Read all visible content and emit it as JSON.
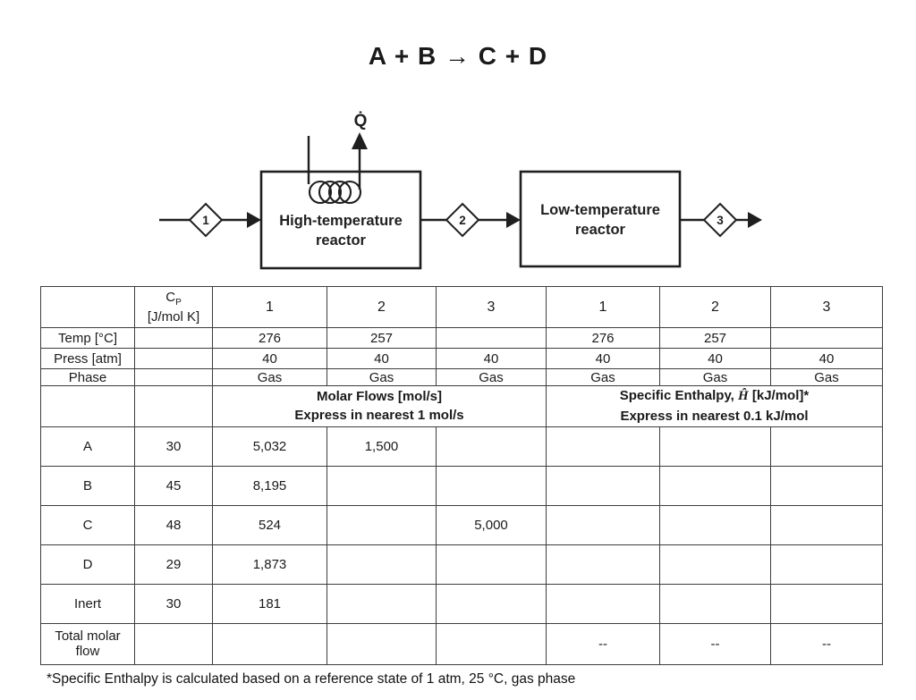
{
  "title": "A + B  → C + D",
  "diagram": {
    "heat_label": "Q̇",
    "streams": [
      "1",
      "2",
      "3"
    ],
    "reactor1": {
      "line1": "High-temperature",
      "line2": "reactor"
    },
    "reactor2": {
      "line1": "Low-temperature",
      "line2": "reactor"
    }
  },
  "table": {
    "cp_header": {
      "symbol": "C",
      "sub": "P",
      "units": "[J/mol K]"
    },
    "stream_cols": [
      "1",
      "2",
      "3"
    ],
    "flows_header": {
      "line1": "Molar Flows [mol/s]",
      "line2": "Express in nearest 1 mol/s"
    },
    "enthalpy_header": {
      "prefix": "Specific Enthalpy, ",
      "symbol": "Ĥ",
      "suffix": " [kJ/mol]*",
      "line2": "Express in nearest 0.1 kJ/mol"
    },
    "property_rows": [
      {
        "label": "Temp [°C]",
        "cp": "",
        "flows": [
          "276",
          "257",
          ""
        ],
        "enthalpy": [
          "276",
          "257",
          ""
        ]
      },
      {
        "label": "Press [atm]",
        "cp": "",
        "flows": [
          "40",
          "40",
          "40"
        ],
        "enthalpy": [
          "40",
          "40",
          "40"
        ]
      },
      {
        "label": "Phase",
        "cp": "",
        "flows": [
          "Gas",
          "Gas",
          "Gas"
        ],
        "enthalpy": [
          "Gas",
          "Gas",
          "Gas"
        ]
      }
    ],
    "species_rows": [
      {
        "label": "A",
        "cp": "30",
        "flows": [
          "5,032",
          "1,500",
          ""
        ],
        "enthalpy": [
          "",
          "",
          ""
        ]
      },
      {
        "label": "B",
        "cp": "45",
        "flows": [
          "8,195",
          "",
          ""
        ],
        "enthalpy": [
          "",
          "",
          ""
        ]
      },
      {
        "label": "C",
        "cp": "48",
        "flows": [
          "524",
          "",
          "5,000"
        ],
        "enthalpy": [
          "",
          "",
          ""
        ]
      },
      {
        "label": "D",
        "cp": "29",
        "flows": [
          "1,873",
          "",
          ""
        ],
        "enthalpy": [
          "",
          "",
          ""
        ]
      },
      {
        "label": "Inert",
        "cp": "30",
        "flows": [
          "181",
          "",
          ""
        ],
        "enthalpy": [
          "",
          "",
          ""
        ]
      },
      {
        "label": "Total molar flow",
        "cp": "",
        "flows": [
          "",
          "",
          ""
        ],
        "enthalpy": [
          "--",
          "--",
          "--"
        ]
      }
    ]
  },
  "footnote": "*Specific Enthalpy is calculated based on a reference state of 1 atm, 25 °C, gas phase"
}
